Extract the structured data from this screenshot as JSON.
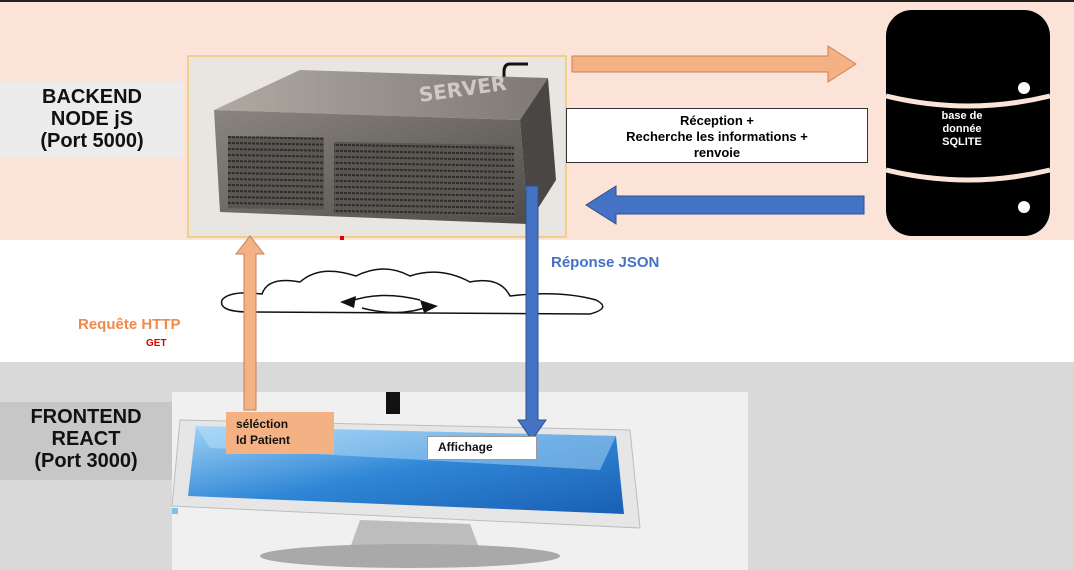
{
  "backend": {
    "label": "BACKEND\nNODE jS\n(Port 5000)"
  },
  "frontend": {
    "label": "FRONTEND\nREACT\n(Port 3000)"
  },
  "server": {
    "text": "SERVER"
  },
  "processing_box": {
    "text": "Réception +\nRecherche les informations +\nrenvoie"
  },
  "database": {
    "label": "base de\ndonnée\nSQLITE"
  },
  "request": {
    "label": "Requête HTTP",
    "method": "GET"
  },
  "response": {
    "label": "Réponse JSON"
  },
  "screen": {
    "selection": "séléction\nId Patient",
    "display": "Affichage"
  },
  "colors": {
    "backend_band": "#fbe3d8",
    "frontend_band": "#d9d9d9",
    "request_arrow": "#f4b183",
    "response_arrow": "#4472c4"
  }
}
